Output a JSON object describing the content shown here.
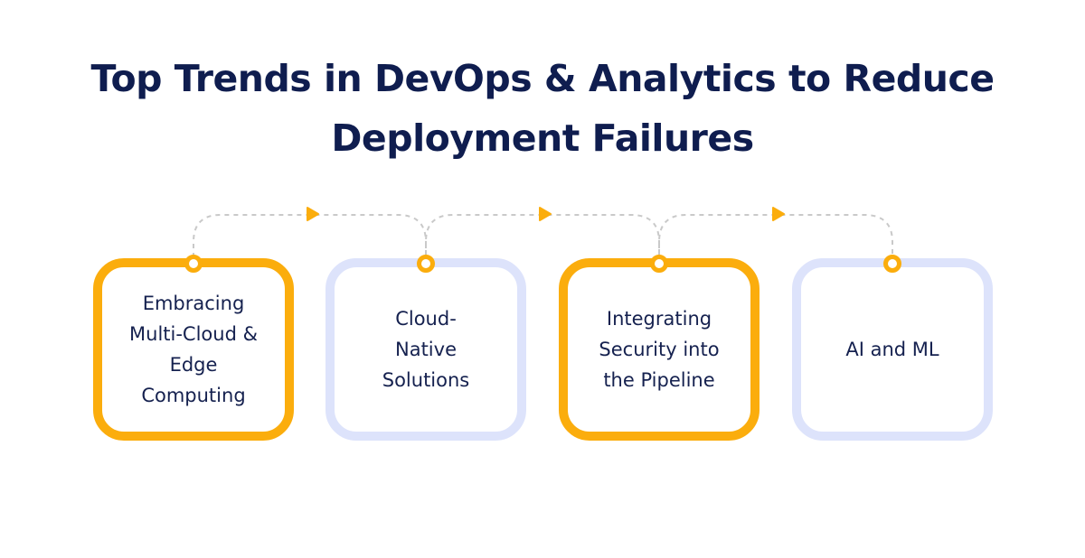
{
  "title": {
    "line1": "Top Trends in DevOps & Analytics to Reduce",
    "line2": "Deployment Failures"
  },
  "colors": {
    "title": "#0f1d4f",
    "accent": "#fbad0d",
    "card_border_alt": "#dde3fb",
    "connector": "#c9c9c9",
    "text": "#15214f"
  },
  "cards": [
    {
      "label": "Embracing Multi-Cloud & Edge Computing",
      "style": "orange"
    },
    {
      "label": "Cloud-Native Solutions",
      "style": "lavender"
    },
    {
      "label": "Integrating Security into the Pipeline",
      "style": "orange"
    },
    {
      "label": "AI and ML",
      "style": "lavender"
    }
  ]
}
